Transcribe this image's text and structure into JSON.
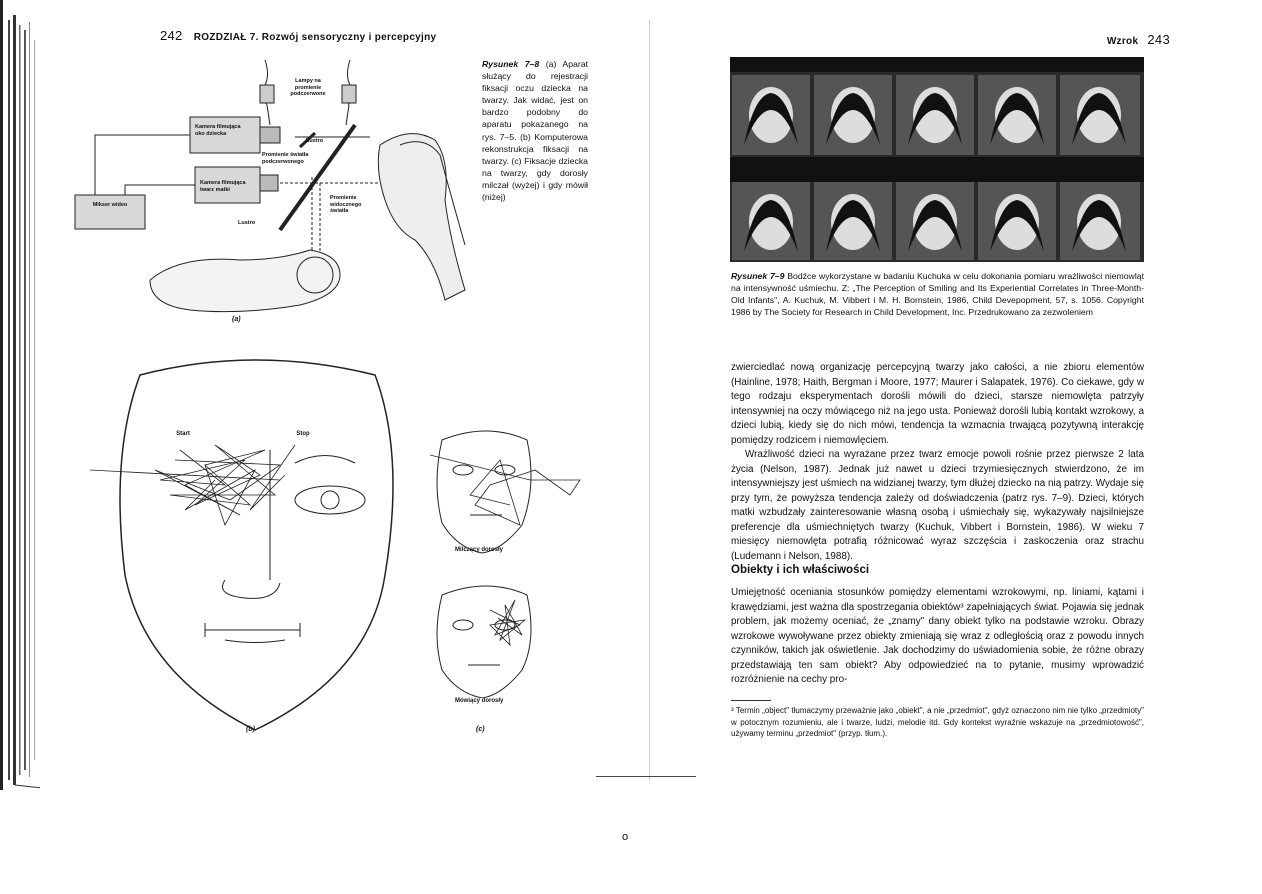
{
  "left_page": {
    "page_number": "242",
    "running_head": "ROZDZIAŁ 7. Rozwój sensoryczny i percepcyjny",
    "figure_label": "Rysunek 7–8",
    "figure_caption": "(a) Aparat służący do rejestracji fiksacji oczu dziecka na twarzy. Jak widać, jest on bardzo podobny do aparatu pokazanego na rys. 7–5. (b) Komputerowa rekonstrukcja fiksacji na twarzy. (c) Fiksacje dziecka na twarzy, gdy dorosły milczał (wyżej) i gdy mówił (niżej)",
    "apparatus_labels": {
      "lamps": "Lampy na promienie podczerwone",
      "camera_child": "Kamera filmująca oko dziecka",
      "mirror_top": "Lustro",
      "ir_rays": "Promienie światła podczerwonego",
      "camera_mother": "Kamera filmująca twarz matki",
      "mixer": "Mikser wideo",
      "mirror_bottom": "Lustro",
      "visible_light": "Promienie widocznego światła"
    },
    "panel_a": "(a)",
    "panel_b": "(b)",
    "panel_c": "(c)",
    "face_start": "Start",
    "face_stop": "Stop",
    "silent_adult": "Milczący dorosły",
    "speaking_adult": "Mówiący dorosły"
  },
  "right_page": {
    "page_number": "243",
    "running_head": "Wzrok",
    "figure_label": "Rysunek 7–9",
    "figure_caption": "Bodźce wykorzystane w badaniu Kuchuka w celu dokonania pomiaru wrażliwości niemowląt na intensywność uśmiechu. Z: „The Perception of Smiling and Its Experiential Correlates in Three-Month-Old Infants\", A. Kuchuk, M. Vibbert i M. H. Bornstein, 1986, Child Devepopment, 57, s. 1056. Copyright 1986 by The Society for Research in Child Development, Inc. Przedrukowano za zezwoleniem",
    "paragraph_1": "zwierciedlać nową organizację percepcyjną twarzy jako całości, a nie zbioru elementów (Hainline, 1978; Haith, Bergman i Moore, 1977; Maurer i Salapatek, 1976). Co ciekawe, gdy w tego rodzaju eksperymentach dorośli mówili do dzieci, starsze niemowlęta patrzyły intensywniej na oczy mówiącego niż na jego usta. Ponieważ dorośli lubią kontakt wzrokowy, a dzieci lubią, kiedy się do nich mówi, tendencja ta wzmacnia trwającą pozytywną interakcję pomiędzy rodzicem i niemowlęciem.",
    "paragraph_2": "Wrażliwość dzieci na wyrażane przez twarz emocje powoli rośnie przez pierwsze 2 lata życia (Nelson, 1987). Jednak już nawet u dzieci trzymiesięcznych stwierdzono, że im intensywniejszy jest uśmiech na widzianej twarzy, tym dłużej dziecko na nią patrzy. Wydaje się przy tym, że powyższa tendencja zależy od doświadczenia (patrz rys. 7–9). Dzieci, których matki wzbudzały zainteresowanie własną osobą i uśmiechały się, wykazywały najsilniejsze preferencje dla uśmiechniętych twarzy (Kuchuk, Vibbert i Bornstein, 1986). W wieku 7 miesięcy niemowlęta potrafią różnicować wyraz szczęścia i zaskoczenia oraz strachu (Ludemann i Nelson, 1988).",
    "section_heading": "Obiekty i ich właściwości",
    "paragraph_3": "Umiejętność oceniania stosunków pomiędzy elementami wzrokowymi, np. liniami, kątami i krawędziami, jest ważna dla spostrzegania obiektów³ zapełniających świat. Pojawia się jednak problem, jak możemy oceniać, że „znamy\" dany obiekt tylko na podstawie wzroku. Obrazy wzrokowe wywoływane przez obiekty zmieniają się wraz z odległością oraz z powodu innych czynników, takich jak oświetlenie. Jak dochodzimy do uświadomienia sobie, że różne obrazy przedstawiają ten sam obiekt? Aby odpowiedzieć na to pytanie, musimy wprowadzić rozróżnienie na cechy pro-",
    "footnote": "³ Termin „object\" tłumaczymy przeważnie jako „obiekt\", a nie „przedmiot\", gdyż oznaczono nim nie tylko „przedmioty\" w potocznym rozumieniu, ale i twarze, ludzi, melodie itd. Gdy kontekst wyraźnie wskazuje na „przedmiotowość\", używamy terminu „przedmiot\" (przyp. tłum.)."
  },
  "bottom_mark": "o"
}
